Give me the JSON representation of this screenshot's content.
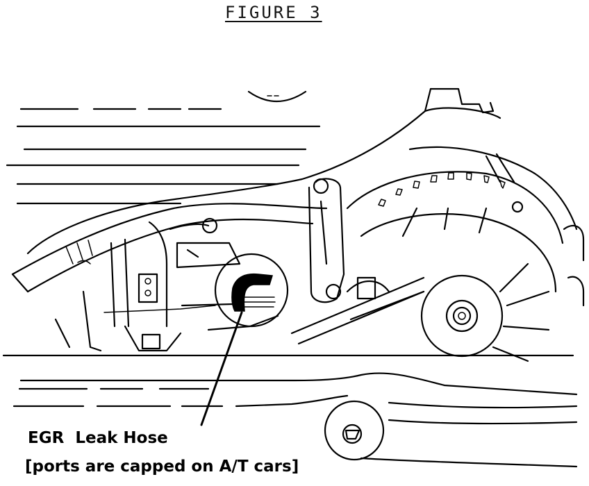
{
  "figure": {
    "title": "FIGURE 3"
  },
  "callout": {
    "line1": "EGR  Leak Hose",
    "line2": "[ports are capped on A/T cars]"
  }
}
